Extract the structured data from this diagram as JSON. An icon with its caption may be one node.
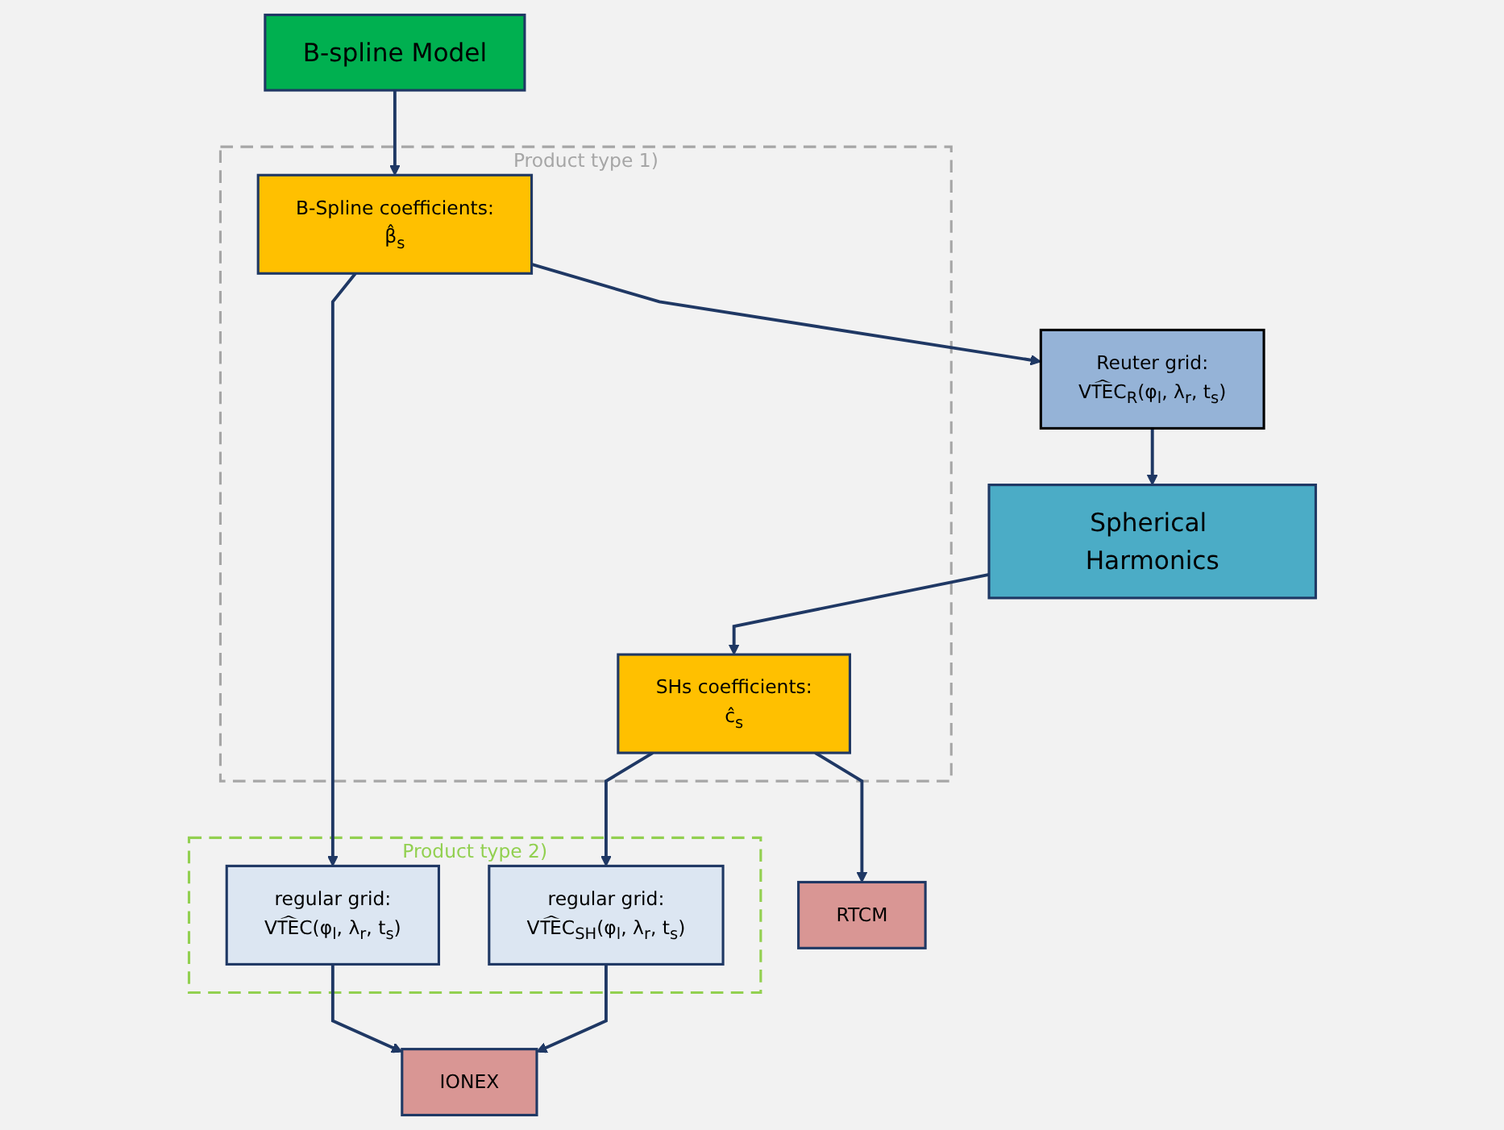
{
  "diagram": {
    "nodes": [
      {
        "text": [
          "B-spline Model"
        ]
      },
      {
        "text": [
          "Product type 1)"
        ]
      },
      {
        "text": [
          "B-Spline coefficients:",
          "β̂$_{s}$"
        ],
        "in": 1
      },
      {
        "text": [
          "Product type 2)"
        ]
      },
      {
        "text": [
          "regular grid:",
          "VT᷍EC(φ$_{l}$, λ$_{r}$, t$_{s}$)"
        ],
        "in": 3
      },
      {
        "text": [
          "Reuter grid:",
          "VT᷍EC$_{R}$(φ$_{l}$, λ$_{r}$, t$_{s}$)"
        ]
      },
      {
        "text": [
          "Spherical Harmonics"
        ]
      },
      {
        "text": [
          "SHs coefficients:",
          "ĉ$_{s}$"
        ],
        "in": 1
      },
      {
        "text": [
          "regular grid:",
          "VT᷍EC$_{SH}$(φ$_{l}$, λ$_{r}$, t$_{s}$)"
        ],
        "in": 3
      },
      {
        "text": [
          "RTCM"
        ]
      },
      {
        "text": [
          "IONEX"
        ]
      }
    ],
    "edges": [
      {
        "from": 0,
        "to": 2,
        "arrow": "to"
      },
      {
        "from": 2,
        "to": 4,
        "arrow": "to"
      },
      {
        "from": 2,
        "to": 5,
        "arrow": "to"
      },
      {
        "from": 5,
        "to": 6,
        "arrow": "to"
      },
      {
        "from": 6,
        "to": 7,
        "arrow": "to"
      },
      {
        "from": 7,
        "to": 8,
        "arrow": "to"
      },
      {
        "from": 7,
        "to": 9,
        "arrow": "to"
      },
      {
        "from": 4,
        "to": 10,
        "arrow": "to"
      },
      {
        "from": 8,
        "to": 10,
        "arrow": "to"
      }
    ]
  }
}
